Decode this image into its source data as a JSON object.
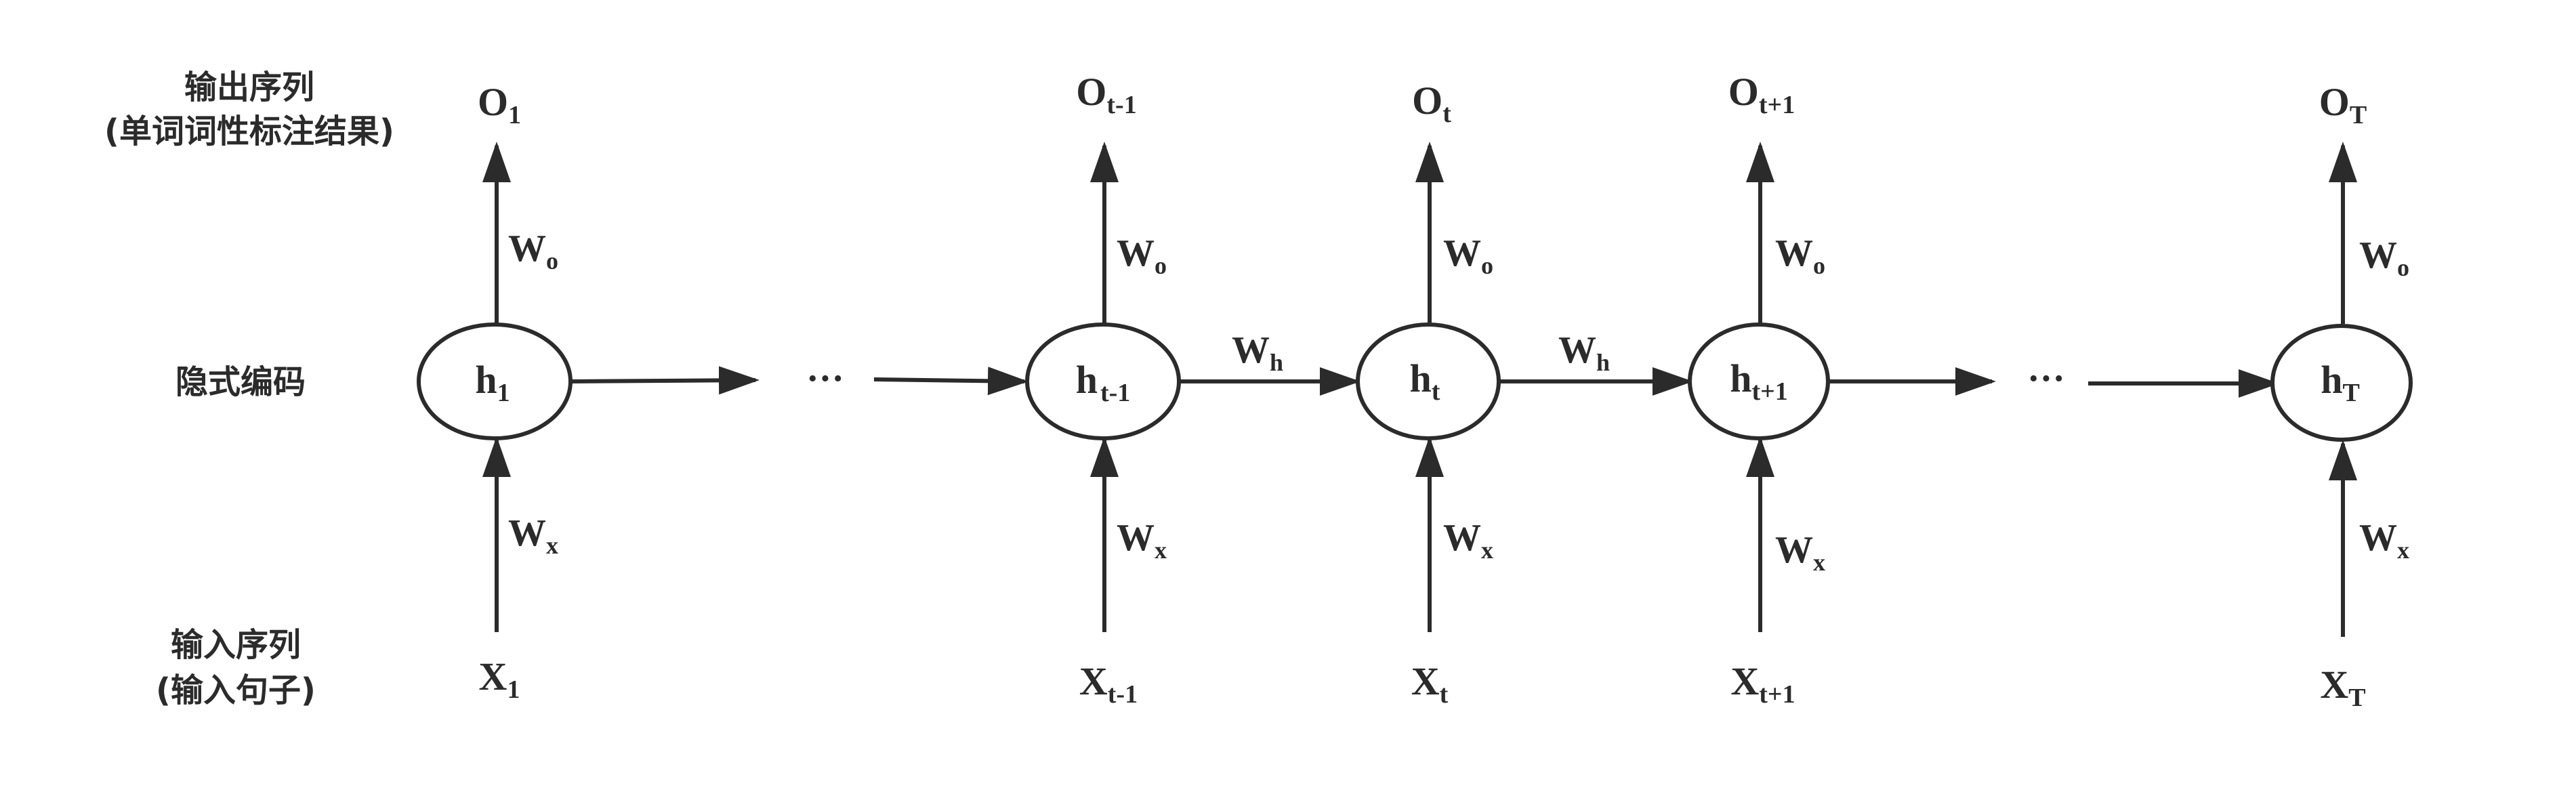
{
  "row_labels": {
    "output_line1": "输出序列",
    "output_line2": "(单词词性标注结果)",
    "hidden": "隐式编码",
    "input_line1": "输入序列",
    "input_line2": "(输入句子)"
  },
  "ellipsis": "···",
  "weights": {
    "output": {
      "main": "W",
      "sub": "o"
    },
    "input": {
      "main": "W",
      "sub": "x"
    },
    "hidden": {
      "main": "W",
      "sub": "h"
    }
  },
  "steps": [
    {
      "id": "1",
      "hidden": {
        "main": "h",
        "sub": "1"
      },
      "output": {
        "main": "O",
        "sub": "1"
      },
      "input": {
        "main": "X",
        "sub": "1"
      }
    },
    {
      "id": "t-1",
      "hidden": {
        "main": "h",
        "sub": "t-1"
      },
      "output": {
        "main": "O",
        "sub": "t-1"
      },
      "input": {
        "main": "X",
        "sub": "t-1"
      }
    },
    {
      "id": "t",
      "hidden": {
        "main": "h",
        "sub": "t"
      },
      "output": {
        "main": "O",
        "sub": "t"
      },
      "input": {
        "main": "X",
        "sub": "t"
      }
    },
    {
      "id": "t+1",
      "hidden": {
        "main": "h",
        "sub": "t+1"
      },
      "output": {
        "main": "O",
        "sub": "t+1"
      },
      "input": {
        "main": "X",
        "sub": "t+1"
      }
    },
    {
      "id": "T",
      "hidden": {
        "main": "h",
        "sub": "T"
      },
      "output": {
        "main": "O",
        "sub": "T"
      },
      "input": {
        "main": "X",
        "sub": "T"
      }
    }
  ]
}
